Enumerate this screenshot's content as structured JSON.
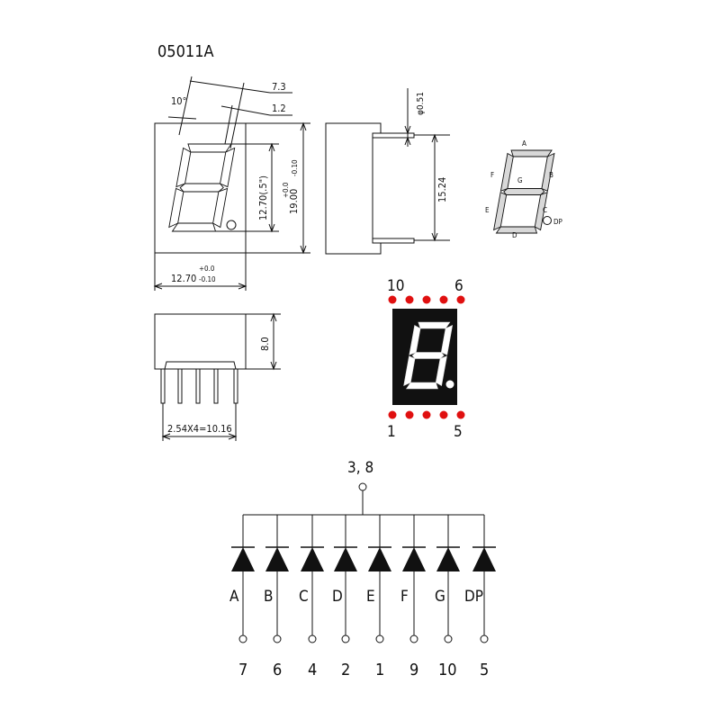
{
  "title": "05011A",
  "front_view": {
    "angle": "10°",
    "dim_width_top": "7.3",
    "dim_segment": "1.2",
    "dim_digit_height": "12.70(.5\")",
    "dim_height": "19.00",
    "dim_height_tol_plus": "+0.0",
    "dim_height_tol_minus": "-0.10",
    "dim_width": "12.70",
    "dim_width_tol_plus": "+0.0",
    "dim_width_tol_minus": "-0.10"
  },
  "side_view": {
    "pin_diameter": "φ0.51",
    "pin_spacing": "15.24"
  },
  "bottom_view": {
    "depth": "8.0",
    "pitch": "2.54X4=10.16"
  },
  "segment_map": {
    "labels": [
      "A",
      "B",
      "C",
      "D",
      "E",
      "F",
      "G",
      "DP"
    ]
  },
  "photo": {
    "pin_top_left": "10",
    "pin_top_right": "6",
    "pin_bottom_left": "1",
    "pin_bottom_right": "5",
    "pin_color": "#e01010"
  },
  "schematic": {
    "common": "3, 8",
    "diodes": [
      {
        "segment": "A",
        "pin": "7"
      },
      {
        "segment": "B",
        "pin": "6"
      },
      {
        "segment": "C",
        "pin": "4"
      },
      {
        "segment": "D",
        "pin": "2"
      },
      {
        "segment": "E",
        "pin": "1"
      },
      {
        "segment": "F",
        "pin": "9"
      },
      {
        "segment": "G",
        "pin": "10"
      },
      {
        "segment": "DP",
        "pin": "5"
      }
    ]
  }
}
